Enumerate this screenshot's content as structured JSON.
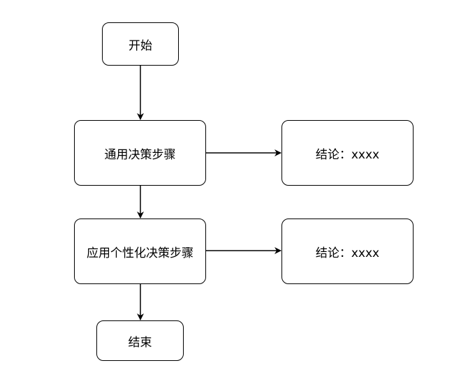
{
  "nodes": {
    "start": "开始",
    "general_steps": "通用决策步骤",
    "conclusion_1": "结论：xxxx",
    "personalized_steps": "应用个性化决策步骤",
    "conclusion_2": "结论：xxxx",
    "end": "结束"
  }
}
